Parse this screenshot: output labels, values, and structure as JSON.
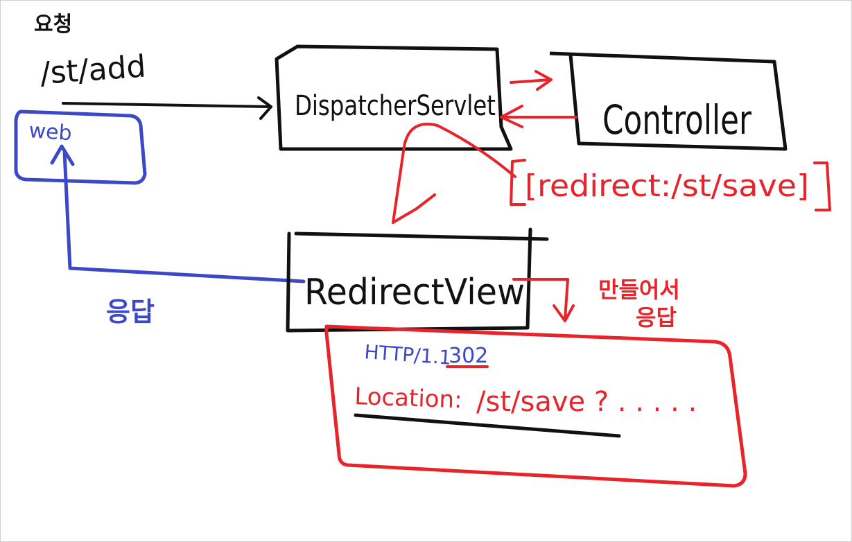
{
  "colors": {
    "ink": "#111111",
    "red": "#e8232a",
    "blue": "#3b48c8"
  },
  "labels": {
    "request_korean": "요청",
    "request_url": "/st/add",
    "web_label": "web",
    "dispatcher": "DispatcherServlet",
    "controller": "Controller",
    "redirect_return": "[redirect:/st/save]",
    "redirect_view": "RedirectView",
    "make_response_line1": "만들어서",
    "make_response_line2": "응답",
    "response_korean": "응답",
    "http_status_prefix": "HTTP/1.1",
    "http_status_code": "302",
    "location_key": "Location:",
    "location_value": "/st/save ? . . . . ."
  }
}
